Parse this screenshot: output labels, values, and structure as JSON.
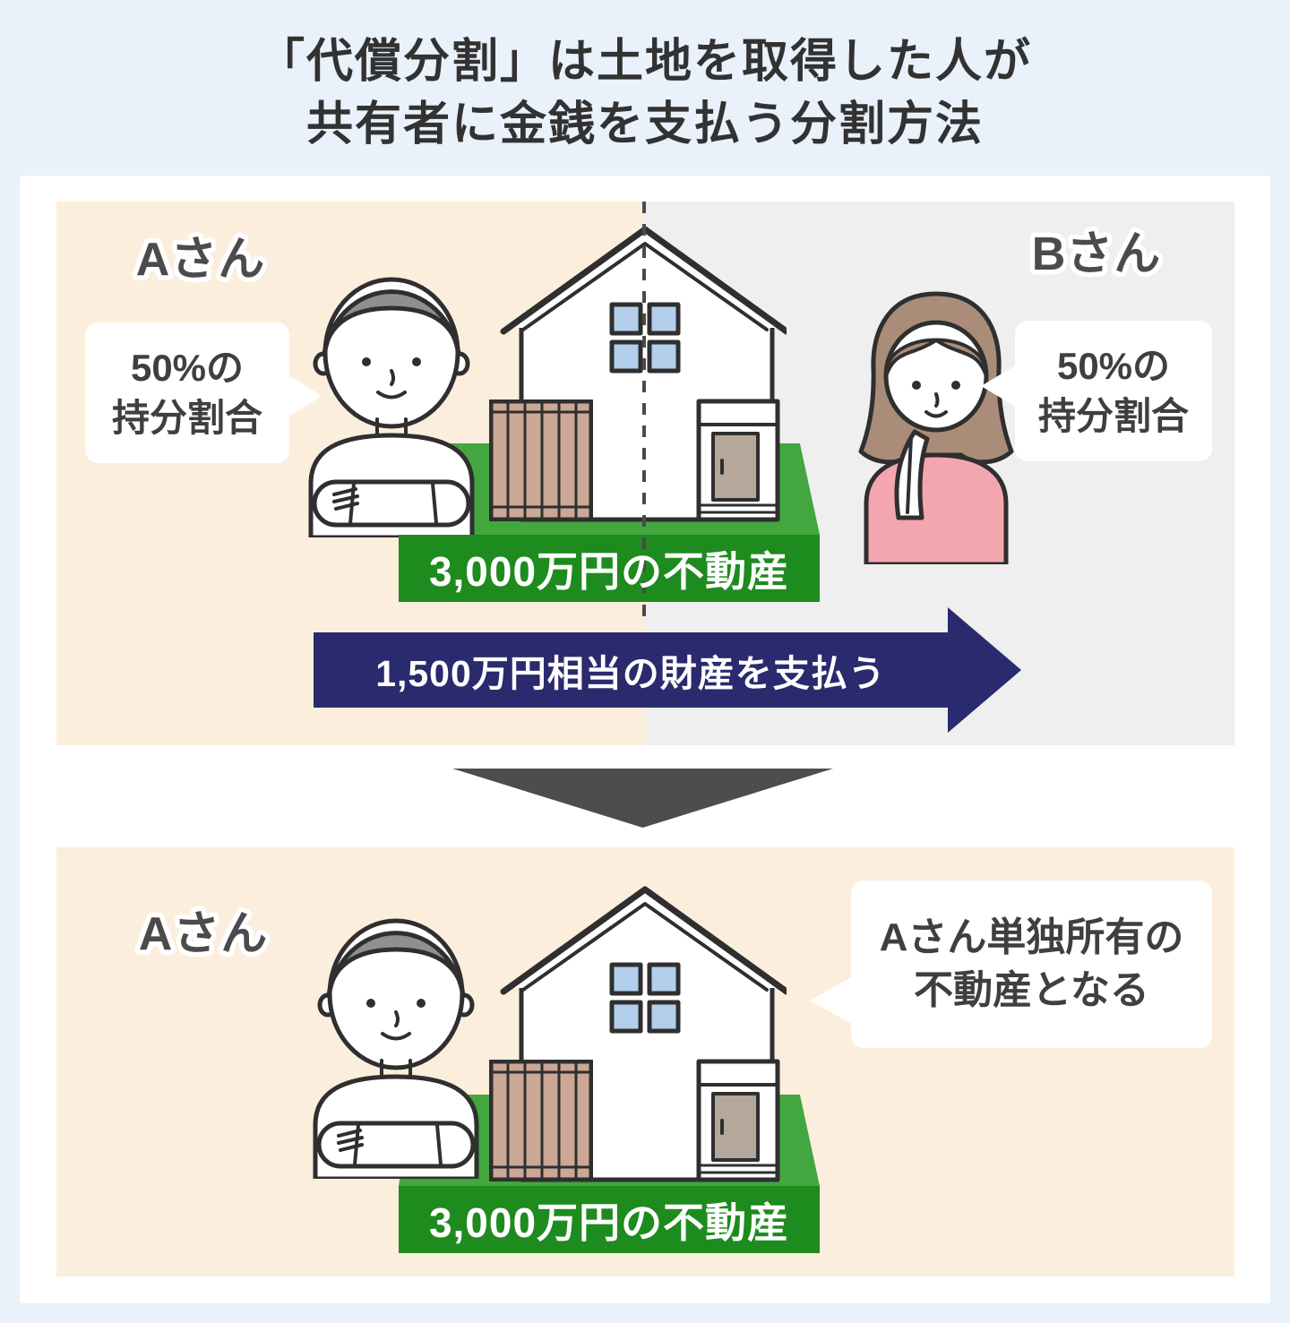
{
  "title": {
    "line1": "「代償分割」は土地を取得した人が",
    "line2": "共有者に金銭を支払う分割方法"
  },
  "before_panel": {
    "person_a_label": "Aさん",
    "person_b_label": "Bさん",
    "bubble_a": {
      "line1": "50%の",
      "line2": "持分割合"
    },
    "bubble_b": {
      "line1": "50%の",
      "line2": "持分割合"
    },
    "property_value": "3,000万円の不動産",
    "payment_arrow": "1,500万円相当の財産を支払う"
  },
  "after_panel": {
    "person_a_label": "Aさん",
    "result_bubble": {
      "line1": "Aさん単独所有の",
      "line2": "不動産となる"
    },
    "property_value": "3,000万円の不動産"
  },
  "colors": {
    "page_background": "#e9f1fa",
    "card_background": "#ffffff",
    "panel_cream": "#fceedd",
    "panel_gray": "#efeff0",
    "land_green_top": "#43a63e",
    "land_green_front": "#1e8b1f",
    "payment_arrow_navy": "#2a2a6e",
    "transition_arrow_gray": "#4d4d4d",
    "title_text": "#323232",
    "name_label_text": "#4b4b4b"
  }
}
